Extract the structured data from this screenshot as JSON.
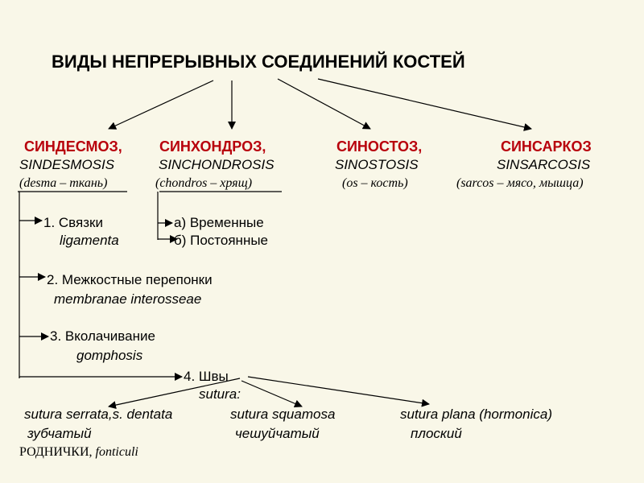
{
  "title": "ВИДЫ НЕПРЕРЫВНЫХ СОЕДИНЕНИЙ КОСТЕЙ",
  "colors": {
    "background": "#f9f7e8",
    "accent_red": "#b8000c"
  },
  "types": [
    {
      "name": "СИНДЕСМОЗ,",
      "latin": "SINDESMOSIS",
      "etym": "(desma – ткань)"
    },
    {
      "name": "СИНХОНДРОЗ,",
      "latin": "SINCHONDROSIS",
      "etym": "(chondros – хрящ)"
    },
    {
      "name": "СИНОСТОЗ,",
      "latin": "SINOSTOSIS",
      "etym": "(os – кость)"
    },
    {
      "name": "СИНСАРКОЗ",
      "latin": "SINSARCOSIS",
      "etym": "(sarcos – мясо, мышца)"
    }
  ],
  "syndesmosis_items": [
    {
      "label": "1. Связки",
      "latin": "ligamenta"
    },
    {
      "label": "2. Межкостные перепонки",
      "latin": "membranae interosseae"
    },
    {
      "label": "3. Вколачивание",
      "latin": "gomphosis"
    },
    {
      "label": "4. Швы",
      "latin": "sutura:"
    }
  ],
  "synchondrosis_items": [
    {
      "label": "а) Временные"
    },
    {
      "label": "б) Постоянные"
    }
  ],
  "sutures": [
    {
      "latin": "sutura serrata,s. dentata",
      "ru": "зубчатый"
    },
    {
      "latin": "sutura squamosa",
      "ru": "чешуйчатый"
    },
    {
      "latin": "sutura plana (hormonica)",
      "ru": "плоский"
    }
  ],
  "fontanelles": {
    "ru": "РОДНИЧКИ,",
    "latin": "fonticuli"
  }
}
